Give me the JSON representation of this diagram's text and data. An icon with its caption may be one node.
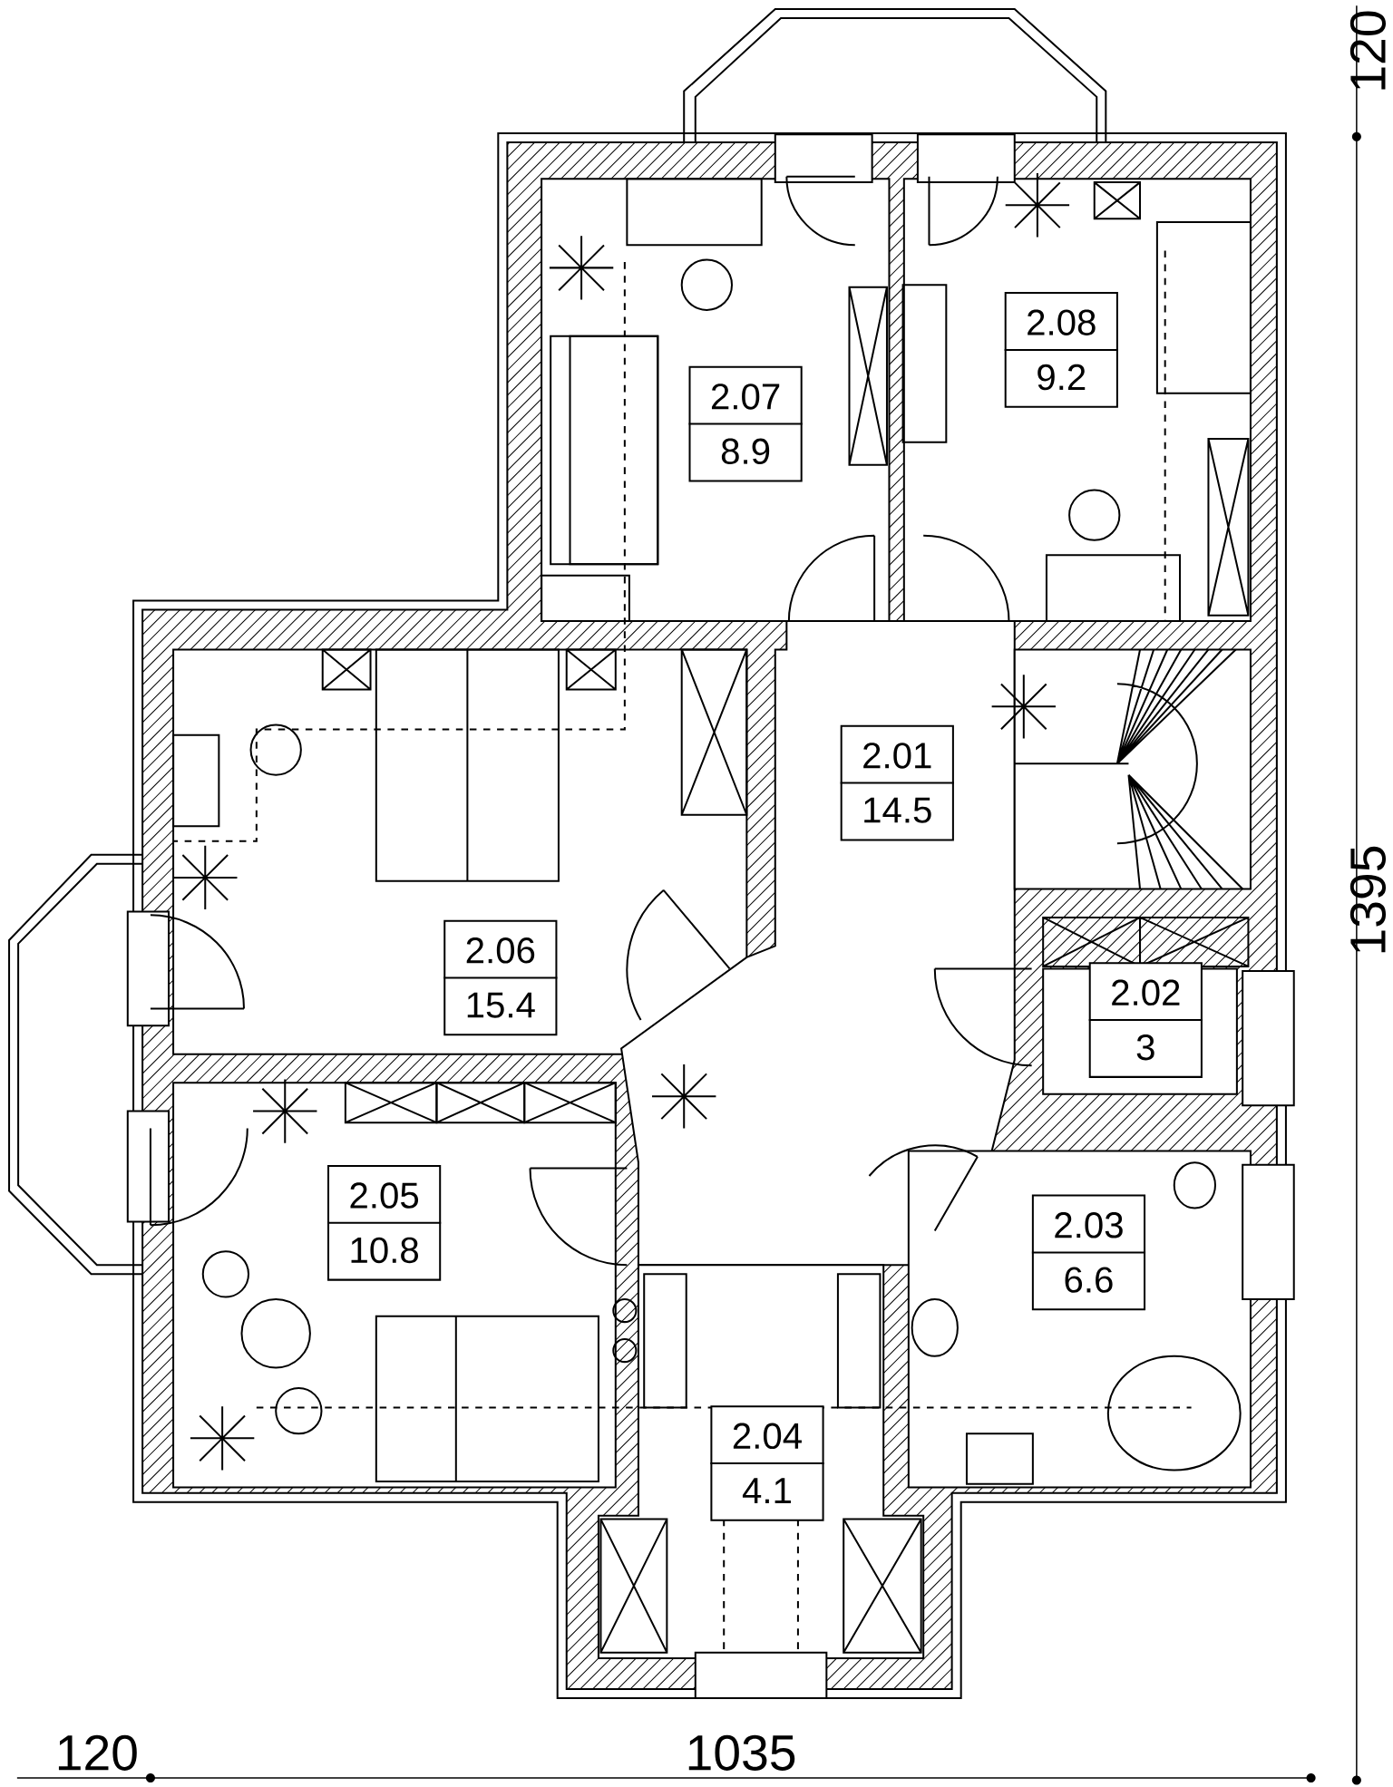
{
  "diagram": {
    "nodes": [
      {
        "text": [
          "2.08",
          "9.2"
        ]
      },
      {
        "text": [
          "2.07",
          "8.9"
        ]
      },
      {
        "text": [
          "2.01",
          "14.5"
        ]
      },
      {
        "text": [
          "2.06",
          "15.4"
        ]
      },
      {
        "text": [
          "2.02",
          "3"
        ]
      },
      {
        "text": [
          "2.05",
          "10.8"
        ]
      },
      {
        "text": [
          "2.03",
          "6.6"
        ]
      },
      {
        "text": [
          "2.04",
          "4.1"
        ]
      }
    ],
    "labels": [
      "120",
      "1395",
      "120",
      "1035"
    ]
  }
}
